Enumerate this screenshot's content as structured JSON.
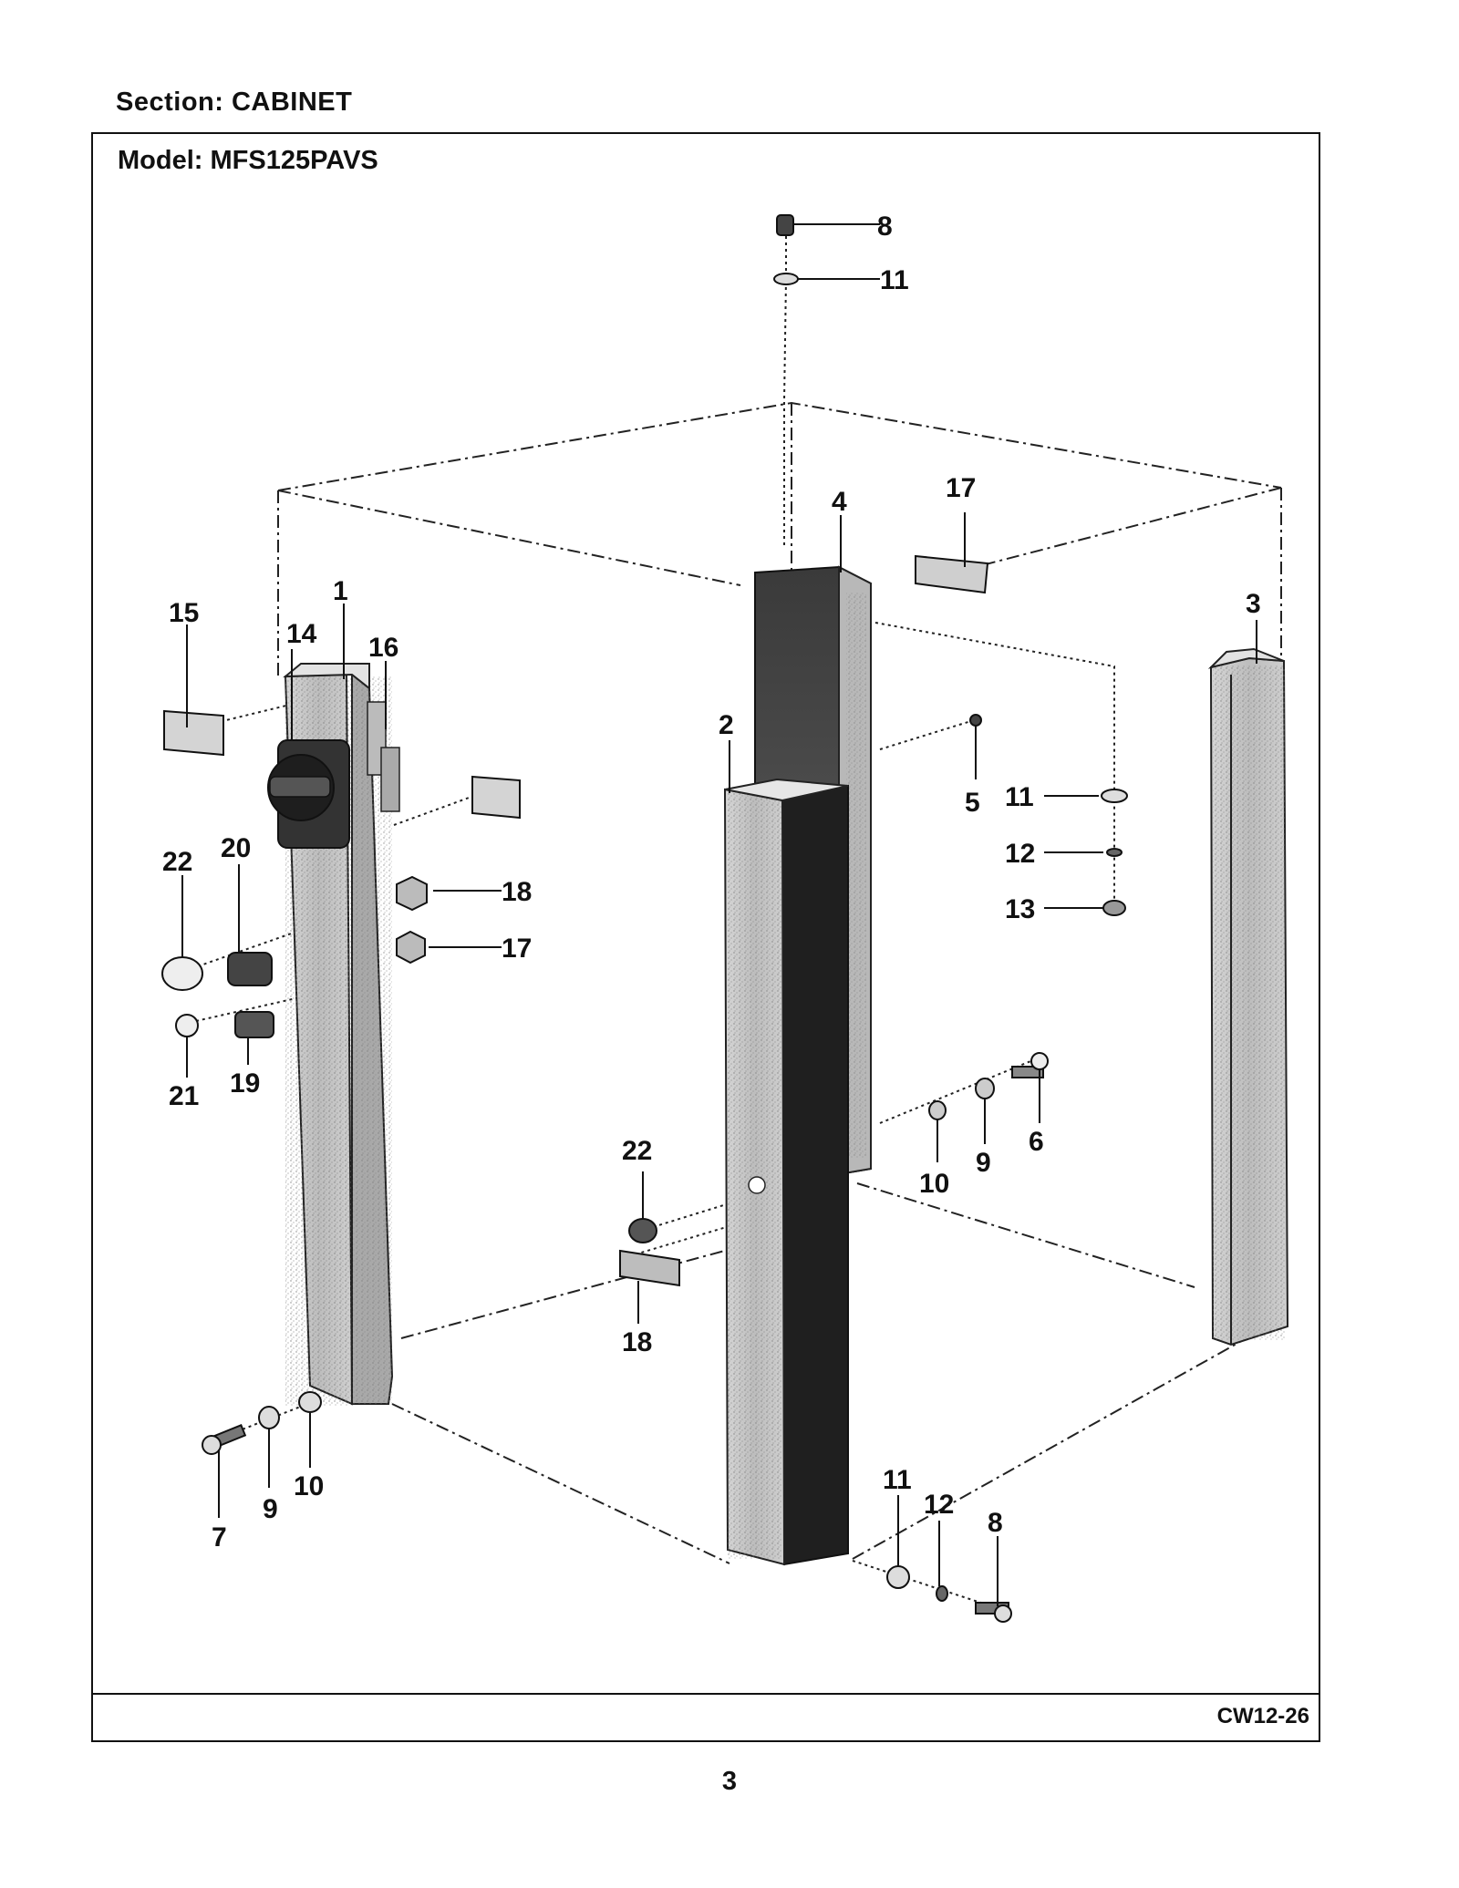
{
  "section": {
    "label": "Section:",
    "name": "CABINET"
  },
  "model": {
    "label": "Model:",
    "name": "MFS125PAVS"
  },
  "footer_code": "CW12-26",
  "page_number": "3",
  "callouts": [
    "8",
    "11",
    "4",
    "17",
    "1",
    "15",
    "14",
    "16",
    "3",
    "2",
    "5",
    "11",
    "12",
    "13",
    "22",
    "20",
    "18",
    "17",
    "21",
    "19",
    "6",
    "9",
    "10",
    "22",
    "18",
    "7",
    "9",
    "10",
    "11",
    "12",
    "8"
  ]
}
